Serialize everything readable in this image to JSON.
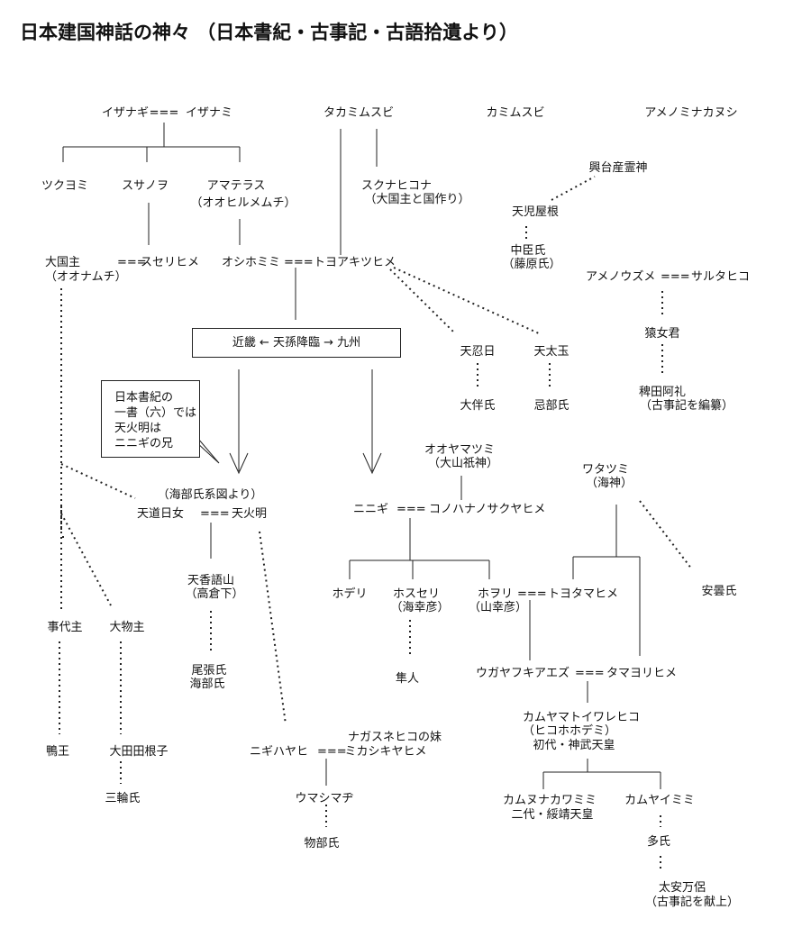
{
  "title": "日本建国神話の神々 （日本書紀・古事記・古語拾遺より）",
  "nodes": {
    "izanagi": "イザナギ",
    "eq1": "===",
    "izanami": "イザナミ",
    "takamimusubi": "タカミムスビ",
    "kamimusubi": "カミムスビ",
    "amenominakanushi": "アメノミナカヌシ",
    "tsukuyomi": "ツクヨミ",
    "susanoo": "スサノヲ",
    "amaterasu": "アマテラス",
    "amaterasu_alt": "（オオヒルメムチ）",
    "sukunahikona": "スクナヒコナ",
    "sukunahikona_note": "（大国主と国作り）",
    "kogotosanrei": "興台産霊神",
    "amenokoyane": "天児屋根",
    "nakatomi": "中臣氏",
    "fujiwara": "（藤原氏）",
    "okuninushi": "大国主",
    "okuninushi_alt": "（オオナムチ）",
    "eq_suseri": "===",
    "suserihime": "スセリヒメ",
    "oshihomimi": "オシホミミ",
    "eq_oshi": "===",
    "toyoakitsuhime": "トヨアキツヒメ",
    "amenouzume": "アメノウズメ",
    "eq_uzume": "===",
    "sarutahiko": "サルタヒコ",
    "sarume": "猿女君",
    "hieda": "稗田阿礼",
    "hieda_note": "（古事記を編纂）",
    "descent_box": "近畿 ← 天孫降臨 → 九州",
    "amenooshihi": "天忍日",
    "amenofutodama": "天太玉",
    "otomo": "大伴氏",
    "inbe": "忌部氏",
    "note_box": [
      "日本書紀の",
      "一書（六）では",
      "天火明は",
      "ニニギの兄"
    ],
    "oyamatsumi": "オオヤマツミ",
    "oyamatsumi_alt": "（大山祇神）",
    "watatsumi": "ワタツミ",
    "watatsumi_alt": "（海神）",
    "amabe_note": "（海部氏系図より）",
    "amenomichihime": "天道日女",
    "eq_amenomichi": "===",
    "amenohoakari": "天火明",
    "ninigi": "ニニギ",
    "eq_ninigi": "===",
    "konohanasakuya": "コノハナノサクヤヒメ",
    "azumi": "安曇氏",
    "amenokagoyama": "天香語山",
    "takakuraji": "（高倉下）",
    "hoderi": "ホデリ",
    "hosuseri": "ホスセリ",
    "hosuseri_alt": "（海幸彦）",
    "hoori": "ホヲリ",
    "hoori_alt": "（山幸彦）",
    "eq_hoori": "===",
    "toyotamahime": "トヨタマヒメ",
    "kotoshironushi": "事代主",
    "omononushi": "大物主",
    "owari": "尾張氏",
    "amabe": "海部氏",
    "hayato": "隼人",
    "ugaya": "ウガヤフキアエズ",
    "eq_ugaya": "===",
    "tamayorihime": "タマヨリヒメ",
    "kamuyamato": "カムヤマトイワレヒコ",
    "hikohohodemi": "（ヒコホホデミ）",
    "jimmu": "初代・神武天皇",
    "nagasunehiko_sister": "ナガスネヒコの妹",
    "mikashikiyahime": "ミカシキヤヒメ",
    "kamo": "鴨王",
    "otataneko": "大田田根子",
    "nigihayahi": "ニギハヤヒ",
    "eq_nigi": "===",
    "miwa": "三輪氏",
    "umashimaji": "ウマシマヂ",
    "mononobe": "物部氏",
    "kamununakawamimi": "カムヌナカワミミ",
    "suizei": "二代・綏靖天皇",
    "kamuyaimimi": "カムヤイミミ",
    "oo": "多氏",
    "oyasumaro": "太安万侶",
    "oyasumaro_note": "（古事記を献上）"
  }
}
